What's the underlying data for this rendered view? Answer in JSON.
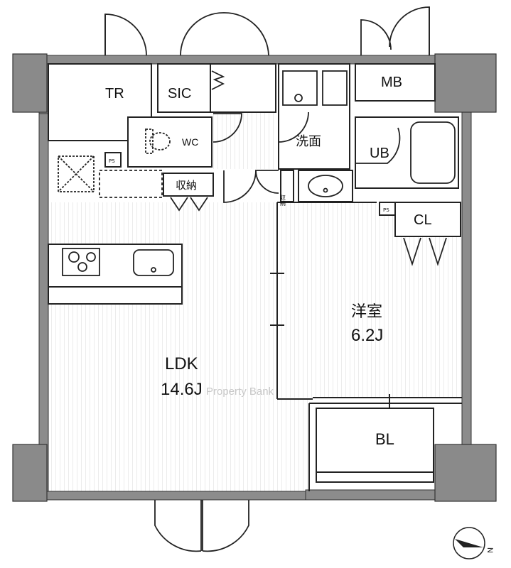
{
  "plan": {
    "rooms": {
      "tr": "TR",
      "sic": "SIC",
      "mb": "MB",
      "wc": "WC",
      "senmen": "洗面",
      "ub": "UB",
      "ps1": "PS",
      "ps2": "PS",
      "shuno1": "収納",
      "shuno2": "収納",
      "cl": "CL",
      "yoshitsu": "洋室",
      "yoshitsu_size": "6.2J",
      "ldk": "LDK",
      "ldk_size": "14.6J",
      "bl": "BL"
    },
    "watermark": "Property Bank",
    "compass": "N"
  },
  "colors": {
    "wall": "#8c8c8c",
    "wall_dark": "#7a7a7a",
    "line": "#222222",
    "floor_stripe": "#e6e6e6",
    "background": "#ffffff"
  }
}
